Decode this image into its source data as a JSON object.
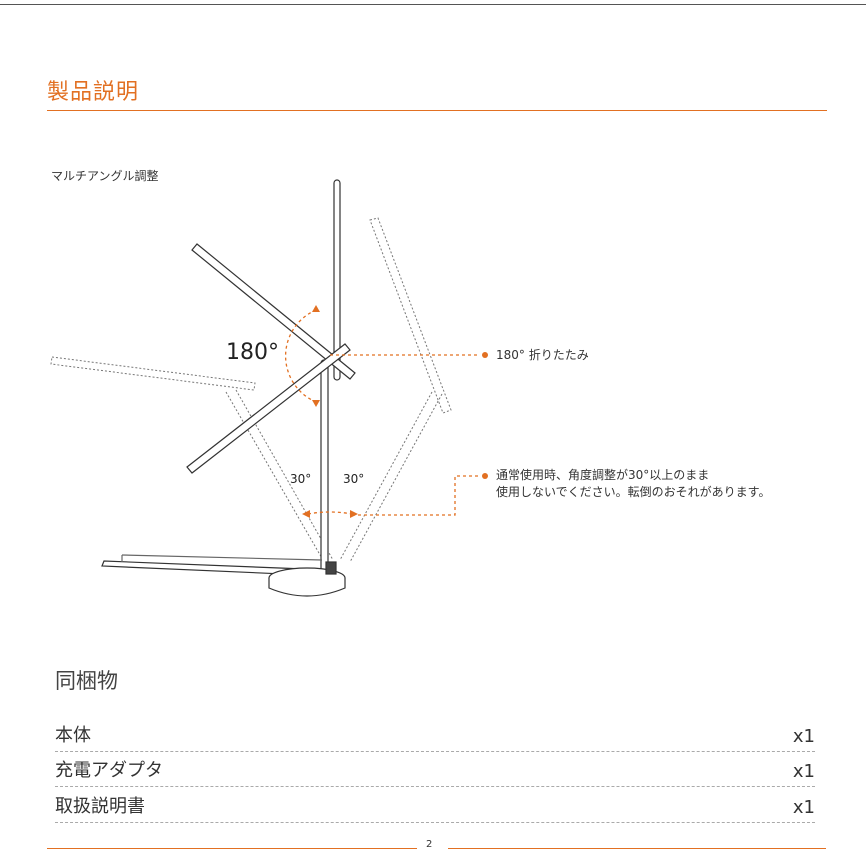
{
  "header": {
    "title": "製品説明"
  },
  "diagram": {
    "caption": "マルチアングル調整",
    "angle_fold": "180°",
    "angle_left": "30°",
    "angle_right": "30°",
    "note_fold": "180° 折りたたみ",
    "note_warning_line1": "通常使用時、角度調整が30°以上のまま",
    "note_warning_line2": "使用しないでください。転倒のおそれがあります。"
  },
  "contents": {
    "title": "同梱物",
    "items": [
      {
        "name": "本体",
        "qty": "x1"
      },
      {
        "name": "充電アダプタ",
        "qty": "x1"
      },
      {
        "name": "取扱説明書",
        "qty": "x1"
      }
    ]
  },
  "footer": {
    "page_number": "2"
  },
  "colors": {
    "accent": "#e27022"
  }
}
